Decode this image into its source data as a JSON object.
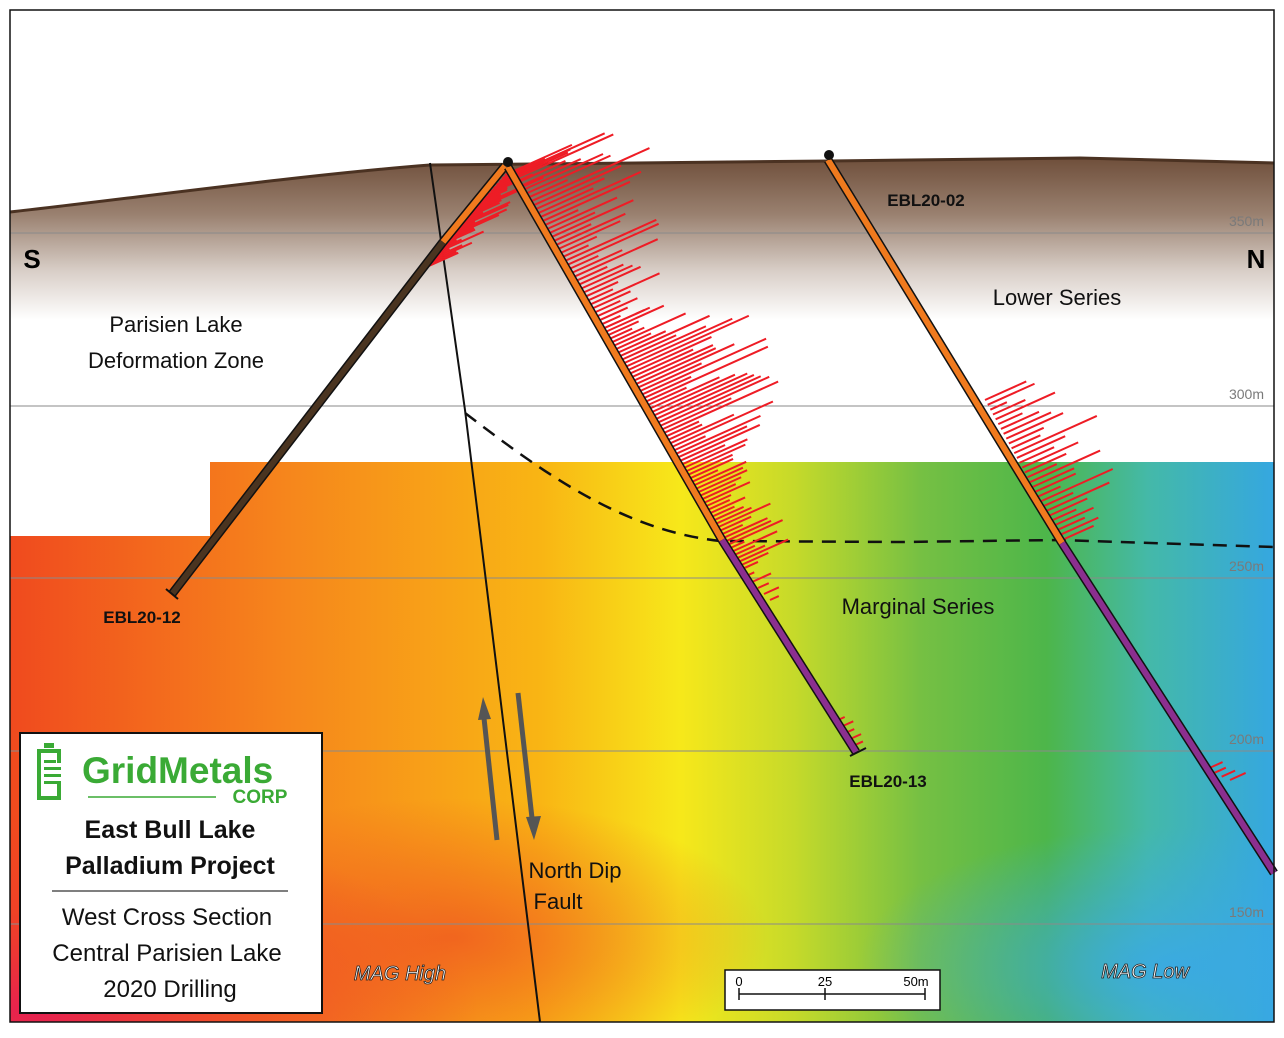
{
  "orientation": {
    "south": "S",
    "north": "N"
  },
  "elevation_labels": [
    "350m",
    "300m",
    "250m",
    "200m",
    "150m"
  ],
  "units": {
    "lower_series": "Lower Series",
    "marginal_series": "Marginal Series",
    "deformation_zone_line1": "Parisien Lake",
    "deformation_zone_line2": "Deformation Zone"
  },
  "fault": {
    "line1": "North Dip",
    "line2": "Fault"
  },
  "drillholes": [
    "EBL20-12",
    "EBL20-13",
    "EBL20-02"
  ],
  "mag": {
    "high": "MAG High",
    "low": "MAG Low"
  },
  "scale_bar": {
    "labels": [
      "0",
      "25",
      "50m"
    ]
  },
  "legend": {
    "logo_main": "GridMetals",
    "logo_sub": "CORP",
    "project_line1": "East Bull Lake",
    "project_line2": "Palladium Project",
    "section_line1": "West Cross Section",
    "section_line2": "Central Parisien Lake",
    "section_line3": "2020 Drilling",
    "logo_color": "#3aaa35"
  },
  "colors": {
    "overburden_top": "#6b4a36",
    "hole_upper": "#f07a1e",
    "hole_lower": "#8b2f8f",
    "assay": "#ee1c25",
    "eb12": "#4a3420"
  }
}
